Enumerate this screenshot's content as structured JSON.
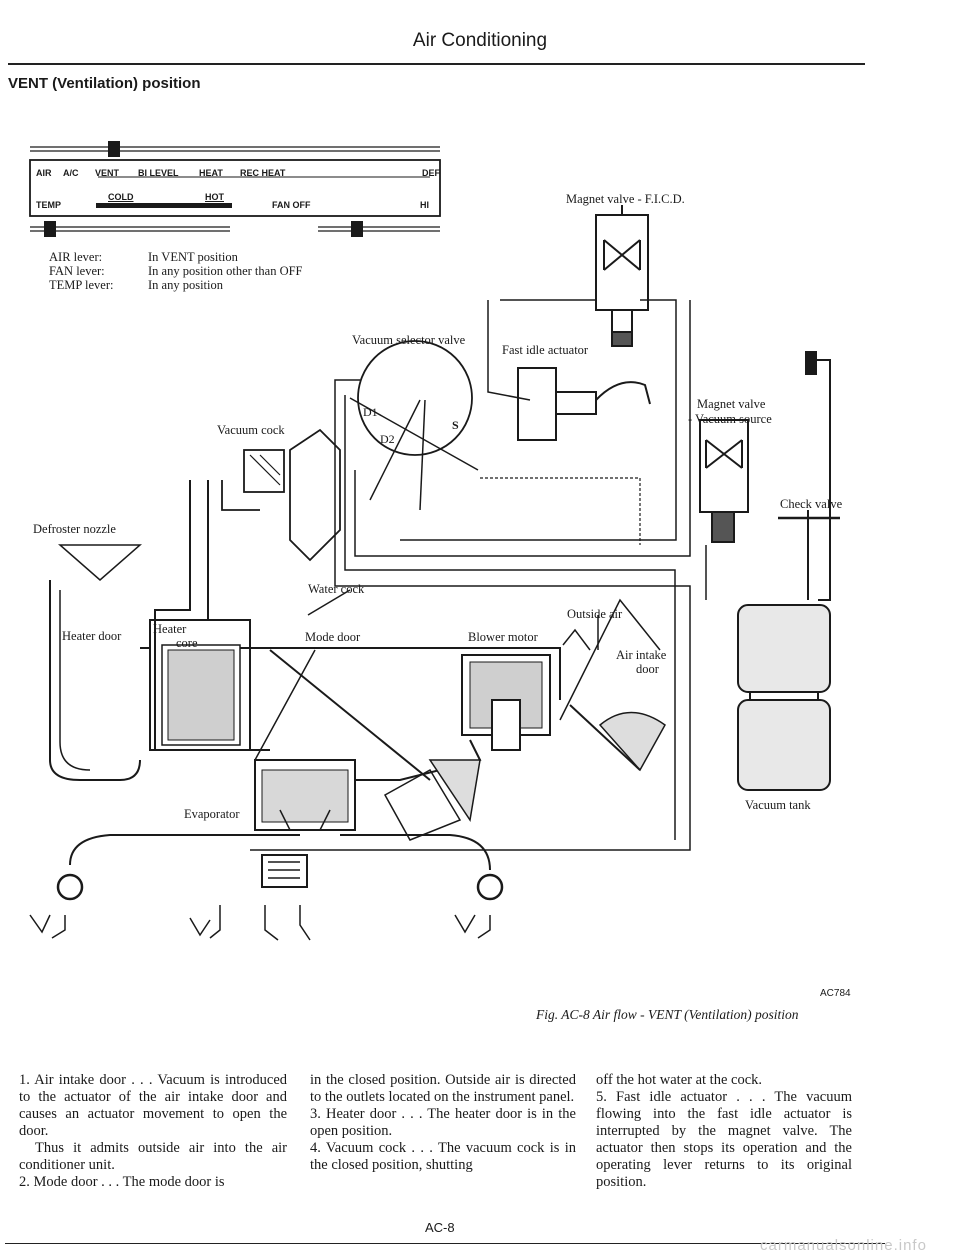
{
  "header": "Air Conditioning",
  "section_title": "VENT (Ventilation) position",
  "control_panel": {
    "air_row": "AIR",
    "modes": [
      "A/C",
      "VENT",
      "BI LEVEL",
      "HEAT",
      "REC HEAT",
      "DEF"
    ],
    "temp": "TEMP",
    "cold": "COLD",
    "hot": "HOT",
    "fan_row": "FAN OFF",
    "hi": "HI"
  },
  "lever_settings": [
    {
      "lever": "AIR lever:",
      "setting": "In VENT position"
    },
    {
      "lever": "FAN lever:",
      "setting": "In any position other than OFF"
    },
    {
      "lever": "TEMP lever:",
      "setting": "In any position"
    }
  ],
  "labels": {
    "magnet_valve_fic": "Magnet valve - F.I.C.D.",
    "vacuum_selector_valve": "Vacuum selector valve",
    "fast_idle_actuator": "Fast idle actuator",
    "magnet_valve_vs_1": "Magnet valve",
    "magnet_valve_vs_2": "- Vacuum source",
    "vacuum_cock": "Vacuum cock",
    "check_valve": "Check valve",
    "defroster_nozzle": "Defroster nozzle",
    "water_cock": "Water cock",
    "outside_air": "Outside air",
    "heater_core_1": "Heater",
    "heater_core_2": "core",
    "heater_door": "Heater door",
    "mode_door": "Mode door",
    "blower_motor": "Blower motor",
    "air_intake_1": "Air intake",
    "air_intake_2": "door",
    "evaporator": "Evaporator",
    "vacuum_tank": "Vacuum tank",
    "d1": "D1",
    "d2": "D2",
    "s": "S"
  },
  "figure_code": "AC784",
  "caption": "Fig. AC-8 Air flow - VENT (Ventilation) position",
  "text": {
    "c1p1": "1. Air intake door . . . Vacuum is introduced to the actuator of the air intake door and causes an actuator movement to open the door.",
    "c1p2": "Thus it admits outside air into the air conditioner unit.",
    "c1p3": "2. Mode door . . . The mode door is",
    "c2p1": "in the closed position. Outside air is directed to the outlets located on the instrument panel.",
    "c2p2": "3. Heater door . . . The heater door is in the open position.",
    "c2p3": "4. Vacuum cock . . . The vacuum cock is in the closed position, shutting",
    "c3p1": "off the hot water at the cock.",
    "c3p2": "5. Fast idle actuator . . . The vacuum flowing into the fast idle actuator is interrupted by the magnet valve. The actuator then stops its operation and the operating lever returns to its original position."
  },
  "page_number": "AC-8",
  "watermark": "carmanualsonline.info"
}
